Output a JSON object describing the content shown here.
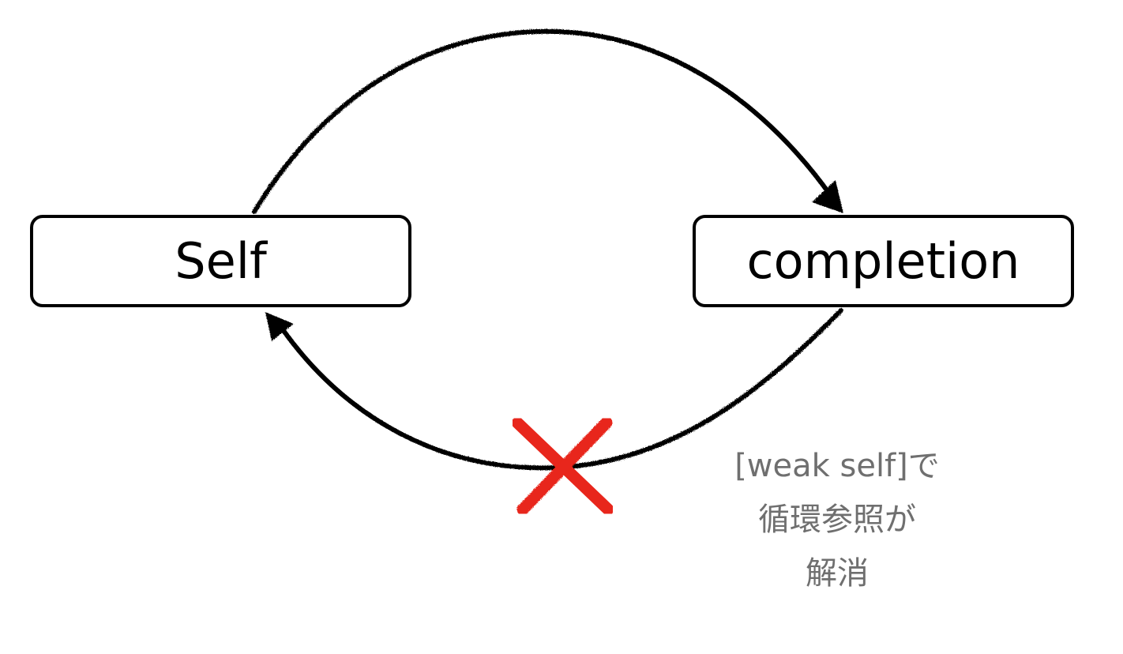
{
  "nodes": {
    "self": "Self",
    "completion": "completion"
  },
  "note": {
    "lines": [
      "[weak self]で",
      "循環参照が",
      "解消"
    ]
  },
  "colors": {
    "stroke": "#000000",
    "cross": "#e8261a",
    "note_text": "#6f6f6f"
  },
  "icons": {
    "cross": "red-x-cross-icon"
  }
}
